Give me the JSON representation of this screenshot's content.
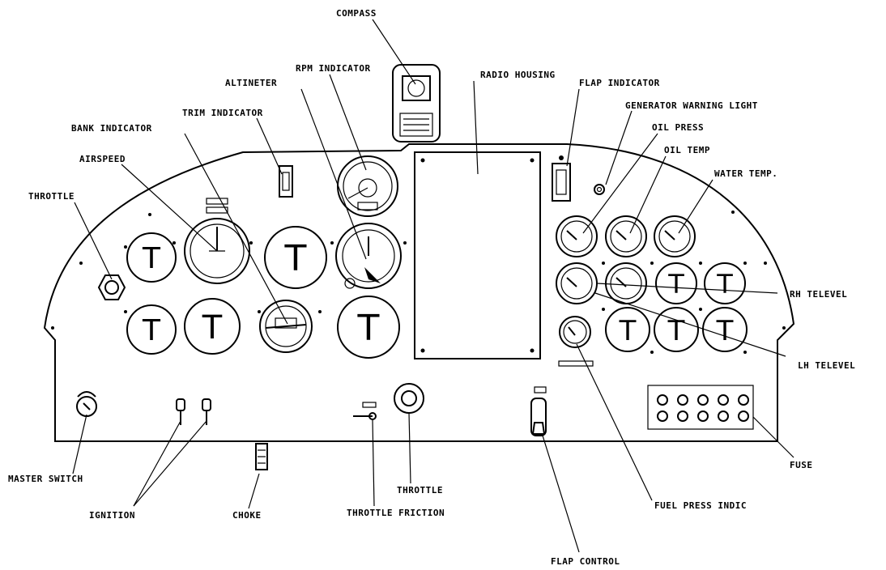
{
  "labels": {
    "compass": "COMPASS",
    "rpm_indicator": "RPM INDICATOR",
    "radio_housing": "RADIO HOUSING",
    "flap_indicator": "FLAP INDICATOR",
    "altimeter": "ALTINETER",
    "generator_warning_light": "GENERATOR WARNING LIGHT",
    "trim_indicator": "TRIM INDICATOR",
    "oil_press": "OIL PRESS",
    "bank_indicator": "BANK INDICATOR",
    "oil_temp": "OIL TEMP",
    "airspeed": "AIRSPEED",
    "water_temp": "WATER TEMP.",
    "throttle_left": "THROTTLE",
    "rh_televel": "RH TELEVEL",
    "lh_televel": "LH TELEVEL",
    "fuse": "FUSE",
    "master_switch": "MASTER SWITCH",
    "ignition": "IGNITION",
    "choke": "CHOKE",
    "throttle_bottom": "THROTTLE",
    "throttle_friction": "THROTTLE FRICTION",
    "fuel_press_indic": "FUEL PRESS INDIC",
    "flap_control": "FLAP CONTROL"
  },
  "blank_gauge_glyph": "T"
}
